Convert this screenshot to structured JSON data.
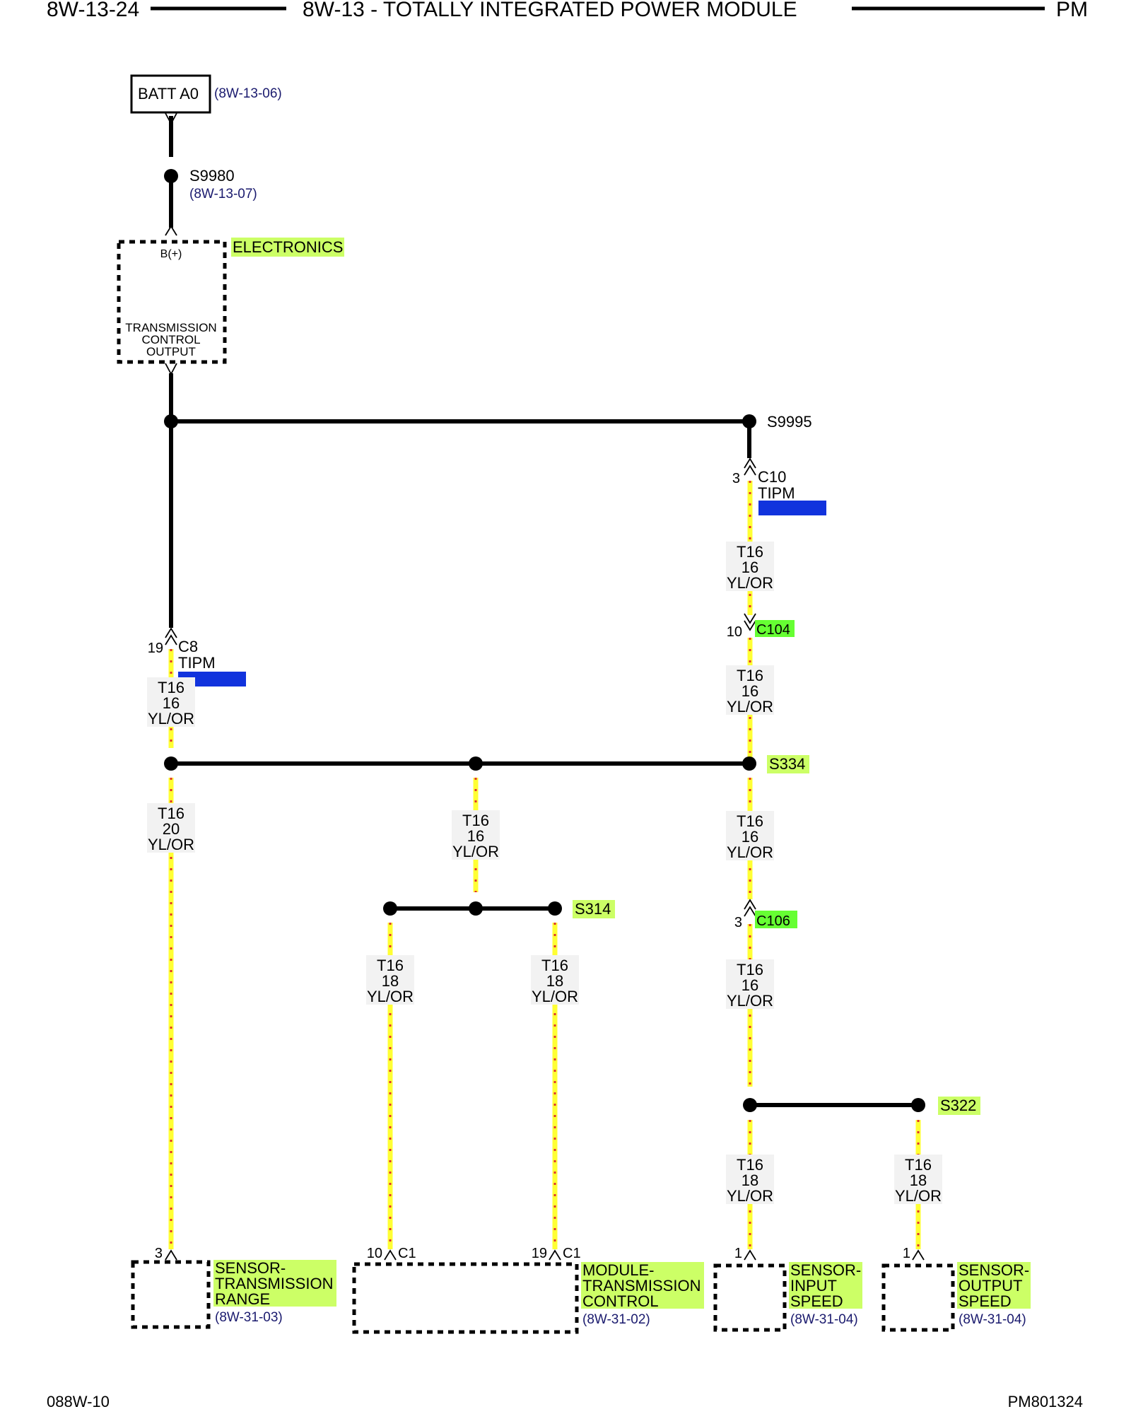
{
  "header": {
    "page_id": "8W-13-24",
    "title": "8W-13 - TOTALLY INTEGRATED POWER MODULE",
    "section": "PM"
  },
  "footer": {
    "left": "088W-10",
    "right": "PM801324"
  },
  "wire": {
    "circuit": "T16",
    "color": "YL/OR",
    "gauge_16": "16",
    "gauge_18": "18",
    "gauge_20": "20",
    "fill_color": "#ffff33",
    "tracer_color": "#e0342c"
  },
  "components": {
    "batt": {
      "label": "BATT A0",
      "ref": "(8W-13-06)"
    },
    "splice_s9980": {
      "label": "S9980",
      "ref": "(8W-13-07)"
    },
    "electronics": {
      "label": "ELECTRONICS",
      "pin_in": "B(+)",
      "output_line1": "TRANSMISSION",
      "output_line2": "CONTROL",
      "output_line3": "OUTPUT"
    },
    "splice_s9995": {
      "label": "S9995"
    },
    "conn_c10": {
      "pin": "3",
      "label": "C10",
      "module": "TIPM"
    },
    "conn_c104": {
      "pin": "10",
      "label": "C104"
    },
    "conn_c8": {
      "pin": "19",
      "label": "C8",
      "module": "TIPM"
    },
    "splice_s334": {
      "label": "S334"
    },
    "splice_s314": {
      "label": "S314"
    },
    "conn_c106": {
      "pin": "3",
      "label": "C106"
    },
    "splice_s322": {
      "label": "S322"
    },
    "sensor_range": {
      "pin": "3",
      "line1": "SENSOR-",
      "line2": "TRANSMISSION",
      "line3": "RANGE",
      "ref": "(8W-31-03)"
    },
    "module_tc": {
      "pin_a": "10",
      "pin_a_conn": "C1",
      "pin_b": "19",
      "pin_b_conn": "C1",
      "line1": "MODULE-",
      "line2": "TRANSMISSION",
      "line3": "CONTROL",
      "ref": "(8W-31-02)"
    },
    "sensor_input": {
      "pin": "1",
      "line1": "SENSOR-",
      "line2": "INPUT",
      "line3": "SPEED",
      "ref": "(8W-31-04)"
    },
    "sensor_output": {
      "pin": "1",
      "line1": "SENSOR-",
      "line2": "OUTPUT",
      "line3": "SPEED",
      "ref": "(8W-31-04)"
    }
  },
  "colors": {
    "highlight": "#ccff66",
    "highlight_green": "#66ff33",
    "redaction_blue": "#1133dd",
    "ref_text": "#1a1a6e"
  }
}
